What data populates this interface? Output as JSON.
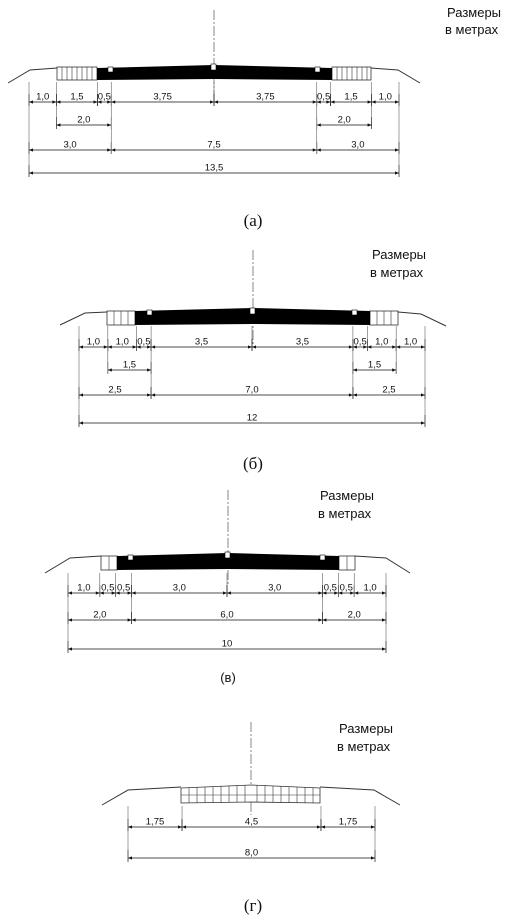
{
  "sections": [
    {
      "id": "a",
      "caption": "(а)",
      "note": [
        "Размеры",
        "в метрах"
      ],
      "rows": [
        {
          "segments": [
            {
              "label": "1,0",
              "from": 0,
              "to": 1
            },
            {
              "label": "1,5",
              "from": 1,
              "to": 2.5
            },
            {
              "label": "0,5",
              "from": 2.5,
              "to": 3
            },
            {
              "label": "3,75",
              "from": 3,
              "to": 6.75
            },
            {
              "label": "3,75",
              "from": 6.75,
              "to": 10.5
            },
            {
              "label": "0,5",
              "from": 10.5,
              "to": 11
            },
            {
              "label": "1,5",
              "from": 11,
              "to": 12.5
            },
            {
              "label": "1,0",
              "from": 12.5,
              "to": 13.5
            }
          ]
        },
        {
          "segments": [
            {
              "label": "2,0",
              "from": 1,
              "to": 3
            },
            {
              "label": "2,0",
              "from": 10.5,
              "to": 12.5
            }
          ]
        },
        {
          "segments": [
            {
              "label": "3,0",
              "from": 0,
              "to": 3
            },
            {
              "label": "7,5",
              "from": 3,
              "to": 10.5
            },
            {
              "label": "3,0",
              "from": 10.5,
              "to": 13.5
            }
          ]
        },
        {
          "segments": [
            {
              "label": "13,5",
              "from": 0,
              "to": 13.5
            }
          ]
        }
      ]
    },
    {
      "id": "b",
      "caption": "(б)",
      "note": [
        "Размеры",
        "в метрах"
      ],
      "rows": [
        {
          "segments": [
            {
              "label": "1,0",
              "from": 0,
              "to": 1
            },
            {
              "label": "1,0",
              "from": 1,
              "to": 2
            },
            {
              "label": "0,5",
              "from": 2,
              "to": 2.5
            },
            {
              "label": "3,5",
              "from": 2.5,
              "to": 6
            },
            {
              "label": "3,5",
              "from": 6,
              "to": 9.5
            },
            {
              "label": "0,5",
              "from": 9.5,
              "to": 10
            },
            {
              "label": "1,0",
              "from": 10,
              "to": 11
            },
            {
              "label": "1,0",
              "from": 11,
              "to": 12
            }
          ]
        },
        {
          "segments": [
            {
              "label": "1,5",
              "from": 1,
              "to": 2.5
            },
            {
              "label": "1,5",
              "from": 9.5,
              "to": 11
            }
          ]
        },
        {
          "segments": [
            {
              "label": "2,5",
              "from": 0,
              "to": 2.5
            },
            {
              "label": "7,0",
              "from": 2.5,
              "to": 9.5
            },
            {
              "label": "2,5",
              "from": 9.5,
              "to": 12
            }
          ]
        },
        {
          "segments": [
            {
              "label": "12",
              "from": 0,
              "to": 12
            }
          ]
        }
      ]
    },
    {
      "id": "c",
      "caption": "(в)",
      "note": [
        "Размеры",
        "в метрах"
      ],
      "rows": [
        {
          "segments": [
            {
              "label": "1,0",
              "from": 0,
              "to": 1
            },
            {
              "label": "0,5",
              "from": 1,
              "to": 1.5
            },
            {
              "label": "0,5",
              "from": 1.5,
              "to": 2
            },
            {
              "label": "3,0",
              "from": 2,
              "to": 5
            },
            {
              "label": "3,0",
              "from": 5,
              "to": 8
            },
            {
              "label": "0,5",
              "from": 8,
              "to": 8.5
            },
            {
              "label": "0,5",
              "from": 8.5,
              "to": 9
            },
            {
              "label": "1,0",
              "from": 9,
              "to": 10
            }
          ]
        },
        {
          "segments": [
            {
              "label": "2,0",
              "from": 0,
              "to": 2
            },
            {
              "label": "6,0",
              "from": 2,
              "to": 8
            },
            {
              "label": "2,0",
              "from": 8,
              "to": 10
            }
          ]
        },
        {
          "segments": [
            {
              "label": "10",
              "from": 0,
              "to": 10
            }
          ]
        }
      ]
    },
    {
      "id": "d",
      "caption": "(г)",
      "note": [
        "Размеры",
        "в метрах"
      ],
      "rows": [
        {
          "segments": [
            {
              "label": "1,75",
              "from": 0,
              "to": 1.75
            },
            {
              "label": "4,5",
              "from": 1.75,
              "to": 6.25
            },
            {
              "label": "1,75",
              "from": 6.25,
              "to": 8
            }
          ]
        },
        {
          "segments": [
            {
              "label": "8,0",
              "from": 0,
              "to": 8
            }
          ]
        }
      ]
    }
  ]
}
